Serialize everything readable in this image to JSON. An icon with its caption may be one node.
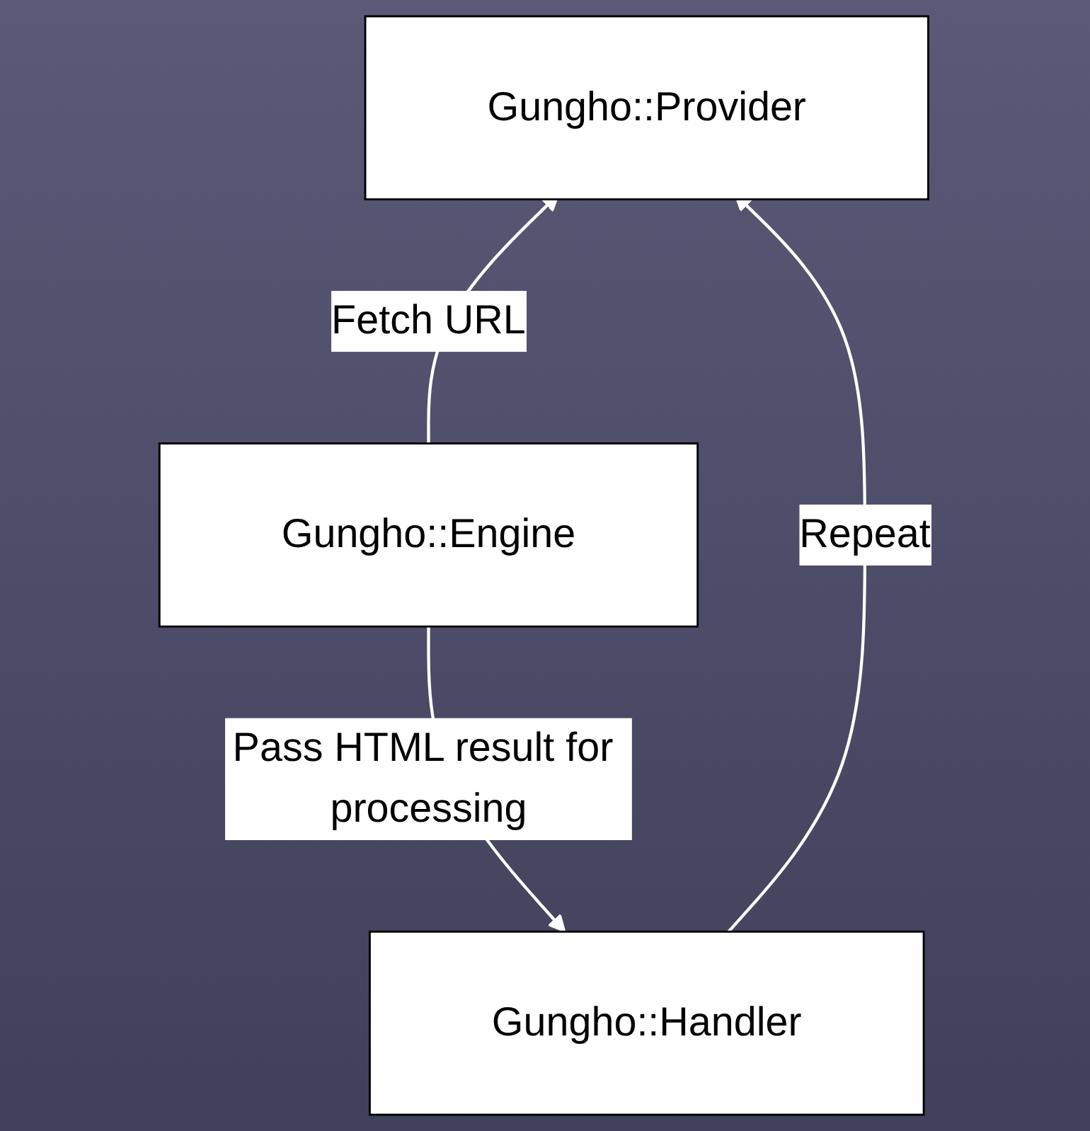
{
  "diagram": {
    "nodes": [
      {
        "text": [
          "Gungho::Provider"
        ]
      },
      {
        "text": [
          "Gungho::Engine"
        ]
      },
      {
        "text": [
          "Gungho::Handler"
        ]
      }
    ],
    "edges": [
      {
        "from": 1,
        "to": 0,
        "arrow": "to",
        "label": "Fetch URL"
      },
      {
        "from": 1,
        "to": 2,
        "arrow": "to",
        "label": "Pass HTML result for processing"
      },
      {
        "from": 2,
        "to": 0,
        "arrow": "to",
        "label": "Repeat"
      }
    ]
  }
}
